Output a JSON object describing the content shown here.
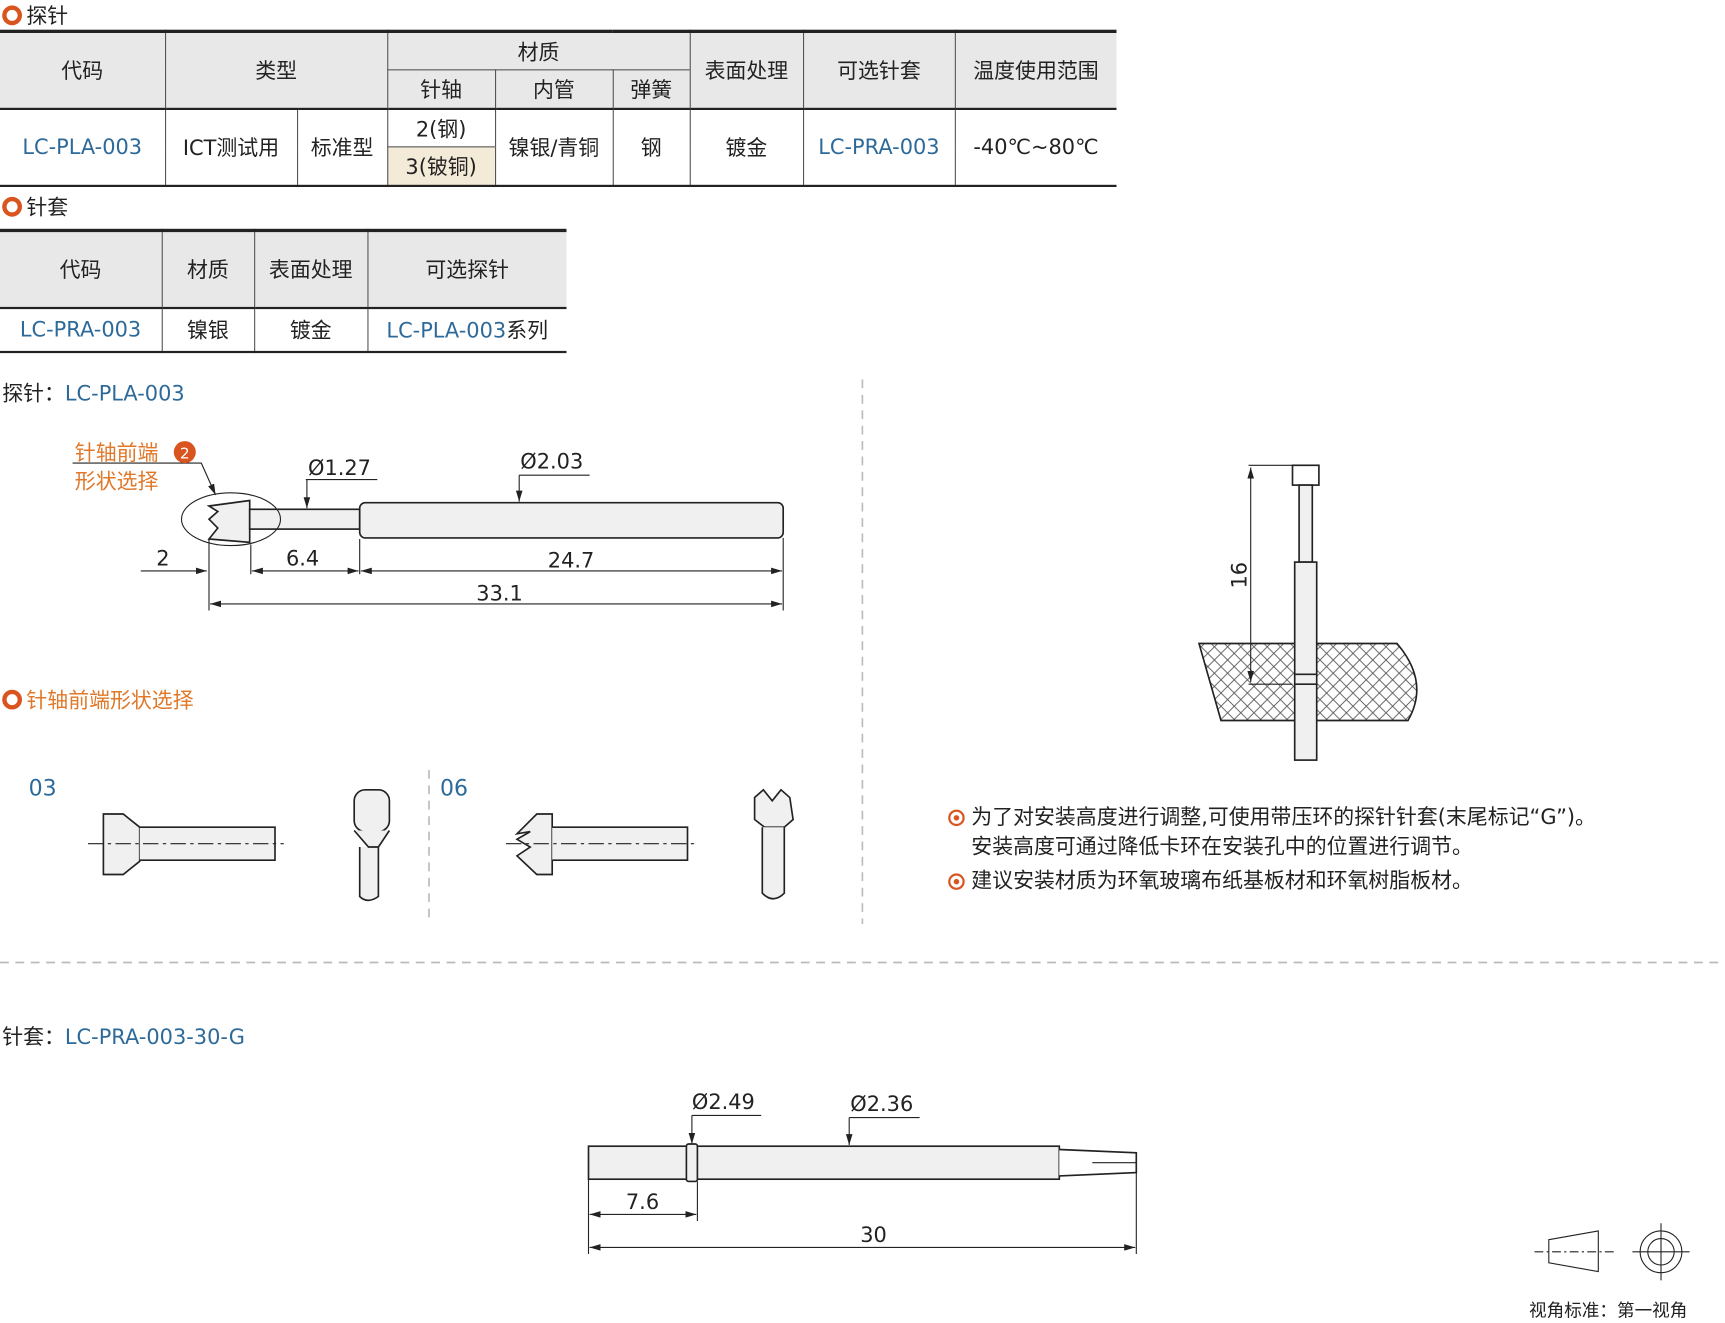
{
  "probe_section": {
    "title": "探针"
  },
  "probe_table": {
    "headers": {
      "code": "代码",
      "type": "类型",
      "material": "材质",
      "shaft": "针轴",
      "tube": "内管",
      "spring": "弹簧",
      "surface": "表面处理",
      "sleeve": "可选针套",
      "temp": "温度使用范围"
    },
    "row": {
      "code": "LC-PLA-003",
      "type1": "ICT测试用",
      "type2": "标准型",
      "shaft1": "2(钢)",
      "shaft2": "3(铍铜)",
      "tube": "镍银/青铜",
      "spring": "钢",
      "surface": "镀金",
      "sleeve": "LC-PRA-003",
      "temp": "-40℃~80℃"
    }
  },
  "sleeve_section": {
    "title": "针套"
  },
  "sleeve_table": {
    "headers": {
      "code": "代码",
      "material": "材质",
      "surface": "表面处理",
      "probe": "可选探针"
    },
    "row": {
      "code": "LC-PRA-003",
      "material": "镍银",
      "surface": "镀金",
      "probe": "LC-PLA-003",
      "probe_suffix": "系列"
    }
  },
  "probe_drawing": {
    "label": "探针：",
    "code": "LC-PLA-003",
    "callout1": "针轴前端",
    "callout_num": "2",
    "callout2": "形状选择",
    "d1": "Ø1.27",
    "d2": "Ø2.03",
    "l1": "2",
    "l2": "6.4",
    "l3": "24.7",
    "l4": "33.1"
  },
  "tip_section": {
    "title": "针轴前端形状选择",
    "opt1": "03",
    "opt2": "06"
  },
  "install": {
    "dim": "16"
  },
  "notes": [
    "为了对安装高度进行调整,可使用带压环的探针针套(末尾标记“G”)。",
    "安装高度可通过降低卡环在安装孔中的位置进行调节。",
    "建议安装材质为环氧玻璃布纸基板材和环氧树脂板材。"
  ],
  "sleeve_drawing": {
    "label": "针套：",
    "code": "LC-PRA-003-30-G",
    "d1": "Ø2.49",
    "d2": "Ø2.36",
    "l1": "7.6",
    "l2": "30"
  },
  "projection": {
    "label": "视角标准：第一视角"
  },
  "colors": {
    "accent": "#d9541e",
    "link": "#2e6a99",
    "callout": "#e0782a"
  }
}
